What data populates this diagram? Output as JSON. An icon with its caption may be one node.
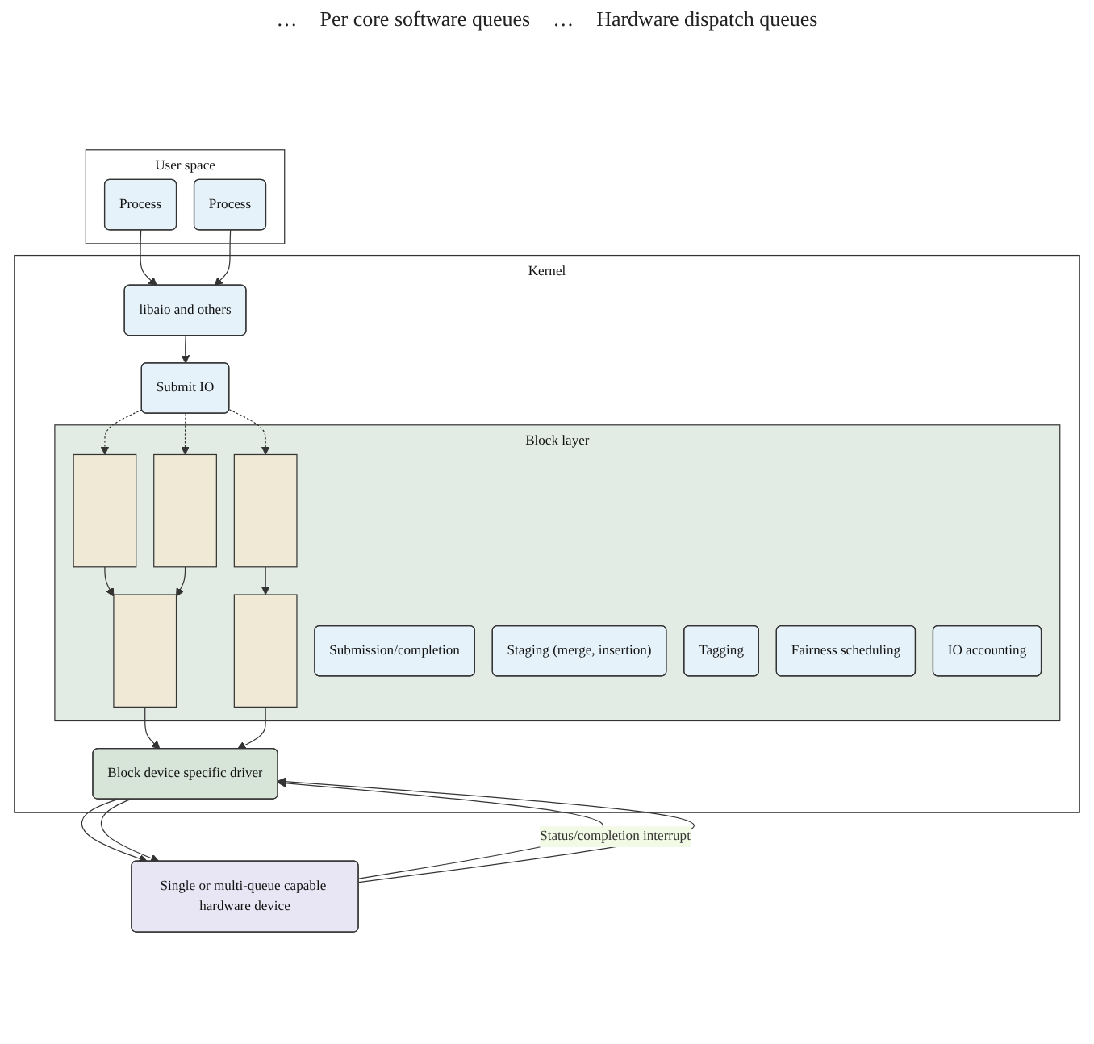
{
  "diagram": {
    "nodes": [
      {
        "text": [
          "User space"
        ]
      },
      {
        "text": [
          "Process"
        ],
        "in": 0
      },
      {
        "text": [
          "Process"
        ],
        "in": 0
      },
      {
        "text": [
          "Kernel"
        ]
      },
      {
        "text": [
          "libaio and others"
        ],
        "in": 3
      },
      {
        "text": [
          "Block layer"
        ],
        "in": 3
      },
      {
        "text": [
          "Submit IO"
        ],
        "in": 3
      },
      {
        "text": [
          "Submission/completion"
        ],
        "in": 5
      },
      {
        "text": [
          "Staging (merge, insertion)"
        ],
        "in": 5
      },
      {
        "text": [
          "Tagging"
        ],
        "in": 5
      },
      {
        "text": [
          "Fairness scheduling"
        ],
        "in": 5
      },
      {
        "text": [
          "IO accounting"
        ],
        "in": 5
      },
      {
        "text": [],
        "shape": "bar",
        "in": 5
      },
      {
        "text": [],
        "shape": "bar",
        "in": 5
      },
      {
        "text": [],
        "shape": "bar",
        "in": 5
      },
      {
        "text": [],
        "shape": "bar",
        "in": 5
      },
      {
        "text": [],
        "shape": "bar",
        "in": 5
      },
      {
        "text": [
          "Block device specific driver"
        ],
        "in": 3
      },
      {
        "text": [
          "Single or multi-queue capable hardware device"
        ]
      }
    ],
    "edges": [
      {
        "from": 1,
        "to": 4,
        "arrow": "to"
      },
      {
        "from": 2,
        "to": 4,
        "arrow": "to"
      },
      {
        "from": 4,
        "to": 6,
        "arrow": "to"
      },
      {
        "from": 6,
        "to": 12,
        "arrow": "to",
        "style": "dashed"
      },
      {
        "from": 6,
        "to": 13,
        "arrow": "to",
        "style": "dashed"
      },
      {
        "from": 6,
        "to": 14,
        "arrow": "to",
        "style": "dashed"
      },
      {
        "from": 12,
        "to": 15,
        "arrow": "to"
      },
      {
        "from": 13,
        "to": 15,
        "arrow": "to"
      },
      {
        "from": 14,
        "to": 16,
        "arrow": "to"
      },
      {
        "from": 15,
        "to": 17,
        "arrow": "to"
      },
      {
        "from": 16,
        "to": 17,
        "arrow": "to"
      },
      {
        "from": 17,
        "to": 18,
        "arrow": "to"
      },
      {
        "from": 17,
        "to": 18,
        "arrow": "to"
      },
      {
        "from": 18,
        "to": 17,
        "arrow": "to",
        "label": "Status/completion interrupt"
      },
      {
        "from": 18,
        "to": 17,
        "arrow": "to"
      }
    ],
    "labels": [
      "…",
      "Per core software queues",
      "…",
      "Hardware dispatch queues"
    ]
  }
}
